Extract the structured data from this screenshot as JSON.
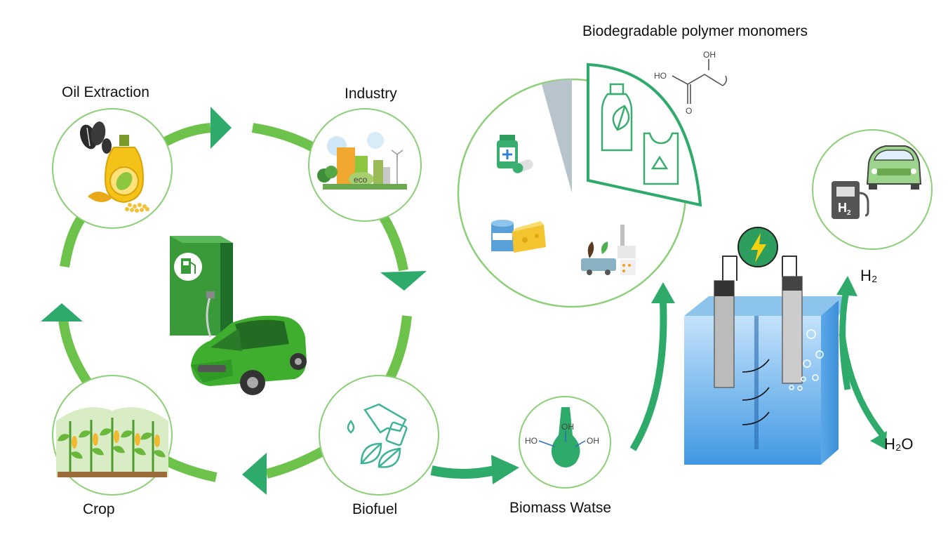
{
  "labels": {
    "oil_extraction": "Oil Extraction",
    "industry": "Industry",
    "crop": "Crop",
    "biofuel": "Biofuel",
    "biomass_waste": "Biomass Watse",
    "polymer_monomers": "Biodegradable polymer monomers",
    "h2": "H₂",
    "h2o": "H₂O"
  },
  "icons": {
    "oil_extraction": "sunflower-seeds-and-oil-bottle-icon",
    "industry": "eco-factory-icon",
    "crop": "corn-field-icon",
    "biofuel": "fuel-nozzle-leaf-icon",
    "biomass": "droplet-molecule-icon",
    "fuel_station": "fuel-pump-with-car-icon",
    "hydrogen_car": "hydrogen-pump-car-icon",
    "electrolyzer": "electrolysis-cell-icon",
    "power": "lightning-icon"
  },
  "molecule_text": {
    "ho_left": "HO",
    "oh_top": "OH",
    "o_bottom": "O",
    "biomass_oh_left": "HO",
    "biomass_oh_mid": "OH",
    "biomass_oh_right": "OH"
  },
  "colors": {
    "cycle_green": "#6cc24a",
    "arrow_teal": "#2eaa6a",
    "circle_stroke": "#7ccb6a",
    "water_blue": "#2f8fe0"
  }
}
